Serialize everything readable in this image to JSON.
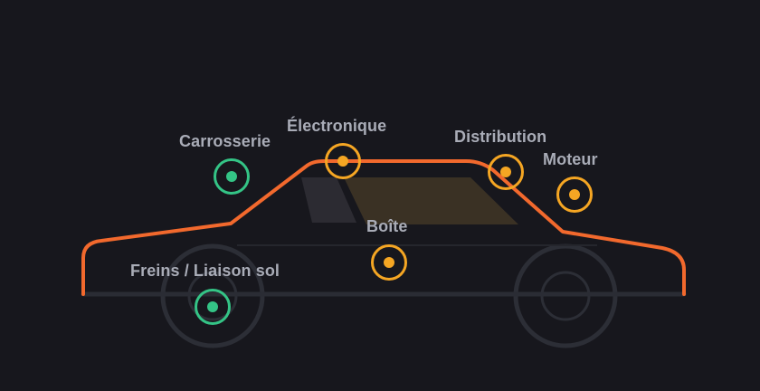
{
  "colors": {
    "background": "#17171d",
    "car_outline": "#f2692d",
    "window_tint": "#3a3124",
    "wheel": "#2c2e36",
    "label": "#a9acb7",
    "status_ok": "#34c486",
    "status_warning": "#f5a623"
  },
  "hotspots": [
    {
      "id": "carrosserie",
      "label": "Carrosserie",
      "status": "ok"
    },
    {
      "id": "electronique",
      "label": "Électronique",
      "status": "warning"
    },
    {
      "id": "distribution",
      "label": "Distribution",
      "status": "warning"
    },
    {
      "id": "moteur",
      "label": "Moteur",
      "status": "warning"
    },
    {
      "id": "boite",
      "label": "Boîte",
      "status": "warning"
    },
    {
      "id": "freins",
      "label": "Freins / Liaison sol",
      "status": "ok"
    }
  ]
}
